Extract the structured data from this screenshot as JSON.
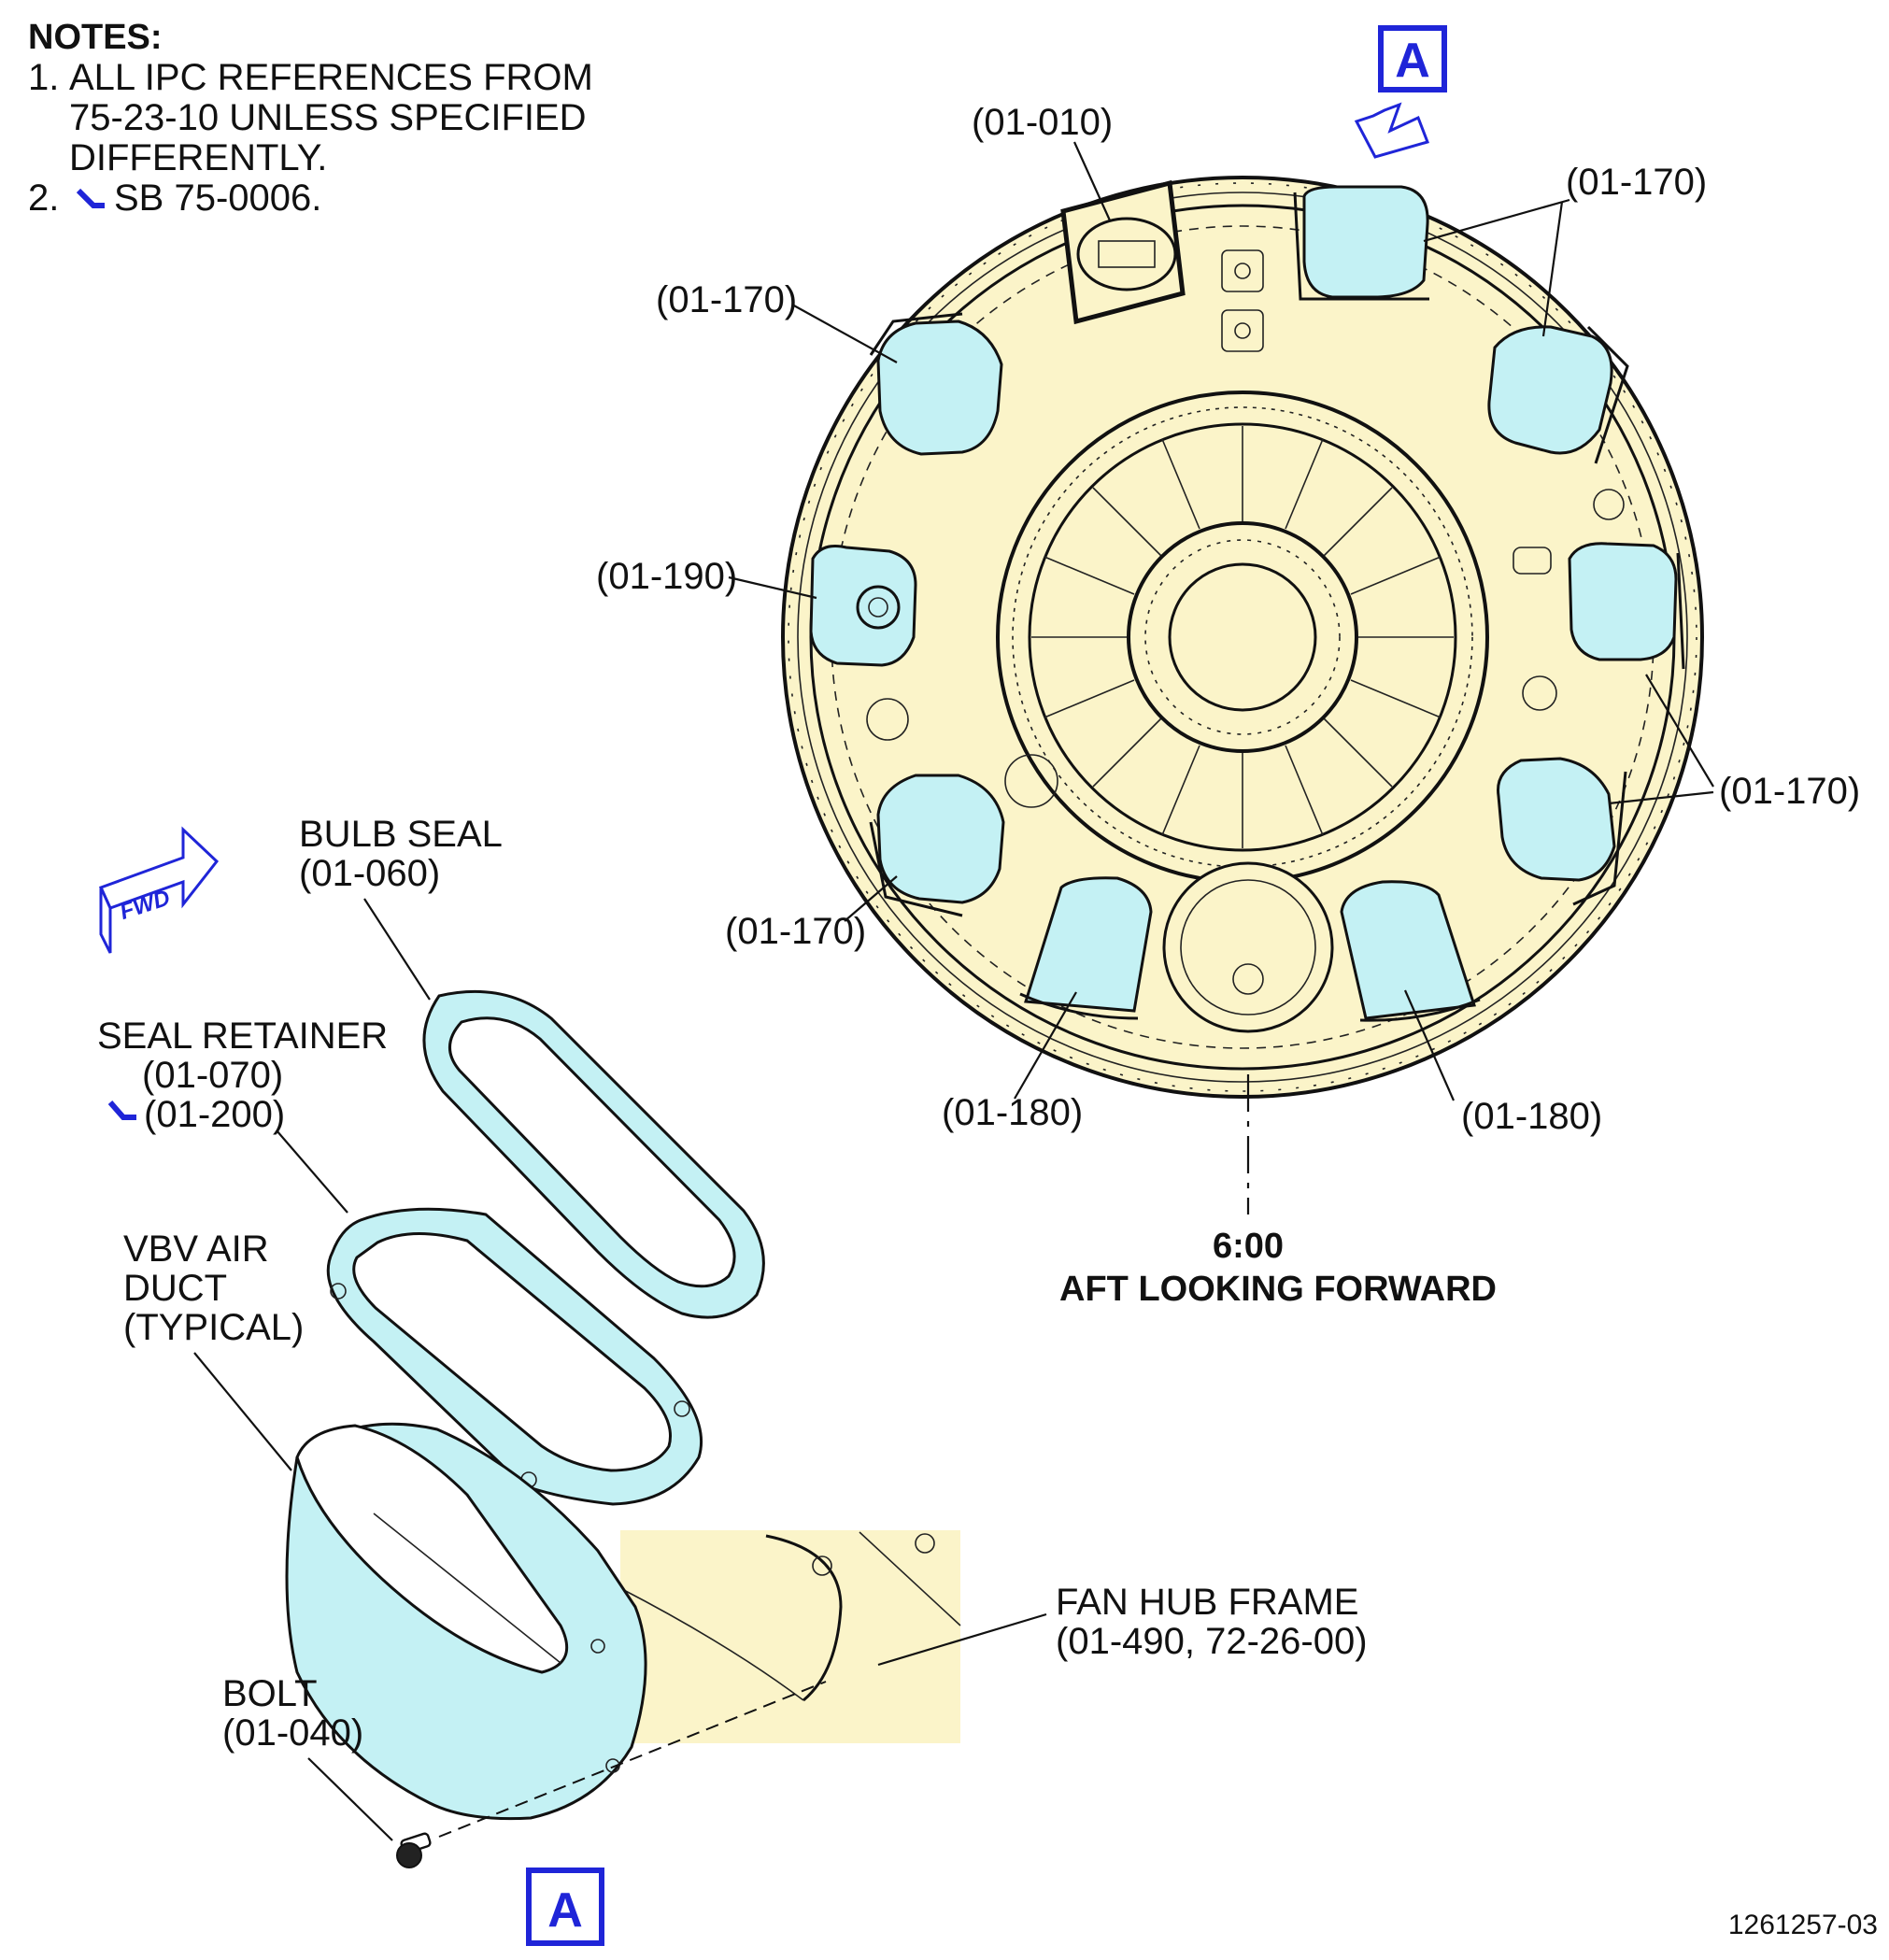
{
  "notes": {
    "heading": "NOTES:",
    "items": [
      {
        "num": "1.",
        "lines": [
          "ALL IPC REFERENCES FROM",
          "75-23-10 UNLESS SPECIFIED",
          "DIFFERENTLY."
        ]
      },
      {
        "num": "2.",
        "lines": [
          "SB 75-0006."
        ]
      }
    ]
  },
  "view_flag": "A",
  "fwd_label": "FWD",
  "view_caption": {
    "clock": "6:00",
    "direction": "AFT LOOKING FORWARD"
  },
  "callouts": {
    "ref_010": "(01-010)",
    "ref_170": "(01-170)",
    "ref_190": "(01-190)",
    "ref_180": "(01-180)"
  },
  "exploded": {
    "bulb_seal": {
      "name": "BULB SEAL",
      "ref": "(01-060)"
    },
    "seal_retainer": {
      "name": "SEAL RETAINER",
      "ref": "(01-070)",
      "ref_sb": "(01-200)"
    },
    "vbv_duct": {
      "lines": [
        "VBV AIR",
        "DUCT",
        "(TYPICAL)"
      ]
    },
    "bolt": {
      "name": "BOLT",
      "ref": "(01-040)"
    },
    "fan_hub_frame": {
      "name": "FAN HUB FRAME",
      "ref": "(01-490, 72-26-00)"
    }
  },
  "figure_number": "1261257-03",
  "colors": {
    "duct": "#c4f1f4",
    "frame": "#fbf4c9",
    "flag": "#1f25d8"
  }
}
